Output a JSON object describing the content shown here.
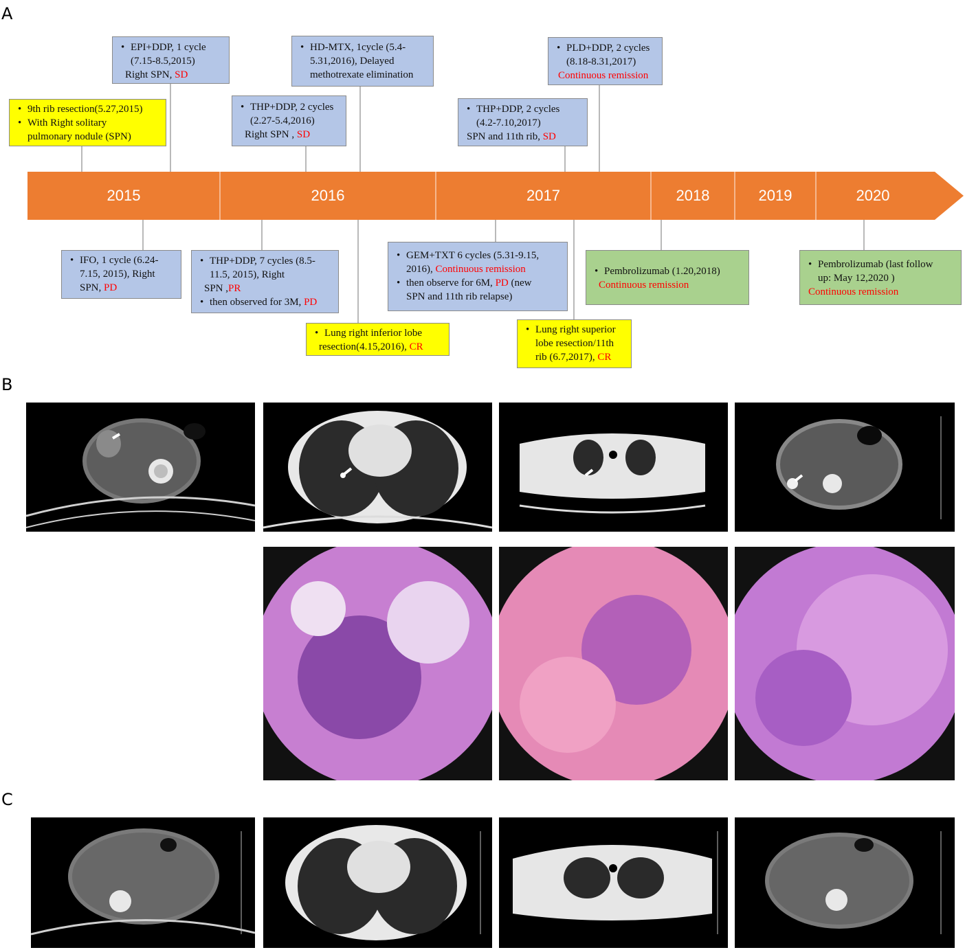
{
  "panels": {
    "a": "A",
    "b": "B",
    "c": "C"
  },
  "years": [
    "2015",
    "2016",
    "2017",
    "2018",
    "2019",
    "2020"
  ],
  "boxes": {
    "rib_resection_2015": {
      "l1": "9th rib resection(5.27,2015)",
      "l2": "With Right solitary",
      "l3": "pulmonary nodule (SPN)"
    },
    "epi_ddp": {
      "l1": "EPI+DDP, 1 cycle",
      "l2": "(7.15-8.5,2015)",
      "l3": "Right SPN, ",
      "l3_status": "SD"
    },
    "thp_ddp_2016": {
      "l1": "THP+DDP, 2 cycles",
      "l2": "(2.27-5.4,2016)",
      "l3": "Right SPN , ",
      "l3_status": "SD"
    },
    "hd_mtx": {
      "l1": "HD-MTX, 1cycle (5.4-",
      "l2": "5.31,2016), Delayed",
      "l3": "methotrexate elimination"
    },
    "thp_ddp_2017": {
      "l1": "THP+DDP, 2 cycles",
      "l2": "(4.2-7.10,2017)",
      "l3": "SPN and 11th rib, ",
      "l3_status": "SD"
    },
    "pld_ddp": {
      "l1": "PLD+DDP, 2 cycles",
      "l2": "(8.18-8.31,2017)",
      "l3_status": "Continuous remission"
    },
    "ifo": {
      "l1": "IFO, 1 cycle (6.24-",
      "l2": "7.15, 2015), Right",
      "l3": "SPN, ",
      "l3_status": "PD"
    },
    "thp_ddp_7": {
      "l1": "THP+DDP, 7 cycles (8.5-",
      "l2": "11.5, 2015), Right",
      "l3": "SPN ,",
      "l3_status": "PR",
      "l4": "then observed for 3M, ",
      "l4_status": "PD"
    },
    "gem_txt": {
      "l1": "GEM+TXT 6 cycles (5.31-9.15,",
      "l2": "2016), ",
      "l2_status": "Continuous remission",
      "l3": "then observe for 6M, ",
      "l3_status": "PD",
      "l3_tail": " (new",
      "l4": "SPN and 11th rib relapse)"
    },
    "lung_inferior": {
      "l1": "Lung right inferior lobe",
      "l2": "resection(4.15,2016), ",
      "l2_status": "CR"
    },
    "lung_superior": {
      "l1": "Lung right superior",
      "l2": "lobe resection/11th",
      "l3": "rib (6.7,2017), ",
      "l3_status": "CR"
    },
    "pembro_2018": {
      "l1": "Pembrolizumab (1.20,2018)",
      "l2_status": "Continuous remission"
    },
    "pembro_2020": {
      "l1": "Pembrolizumab (last follow",
      "l2": "up: May 12,2020 )",
      "l3_status": "Continuous remission"
    }
  },
  "bullet": "•",
  "colors": {
    "arrow": "#ed7d31",
    "box_blue": "#b4c6e7",
    "box_yellow": "#ffff00",
    "box_green": "#a9d18e",
    "status_red": "#ff0000"
  }
}
